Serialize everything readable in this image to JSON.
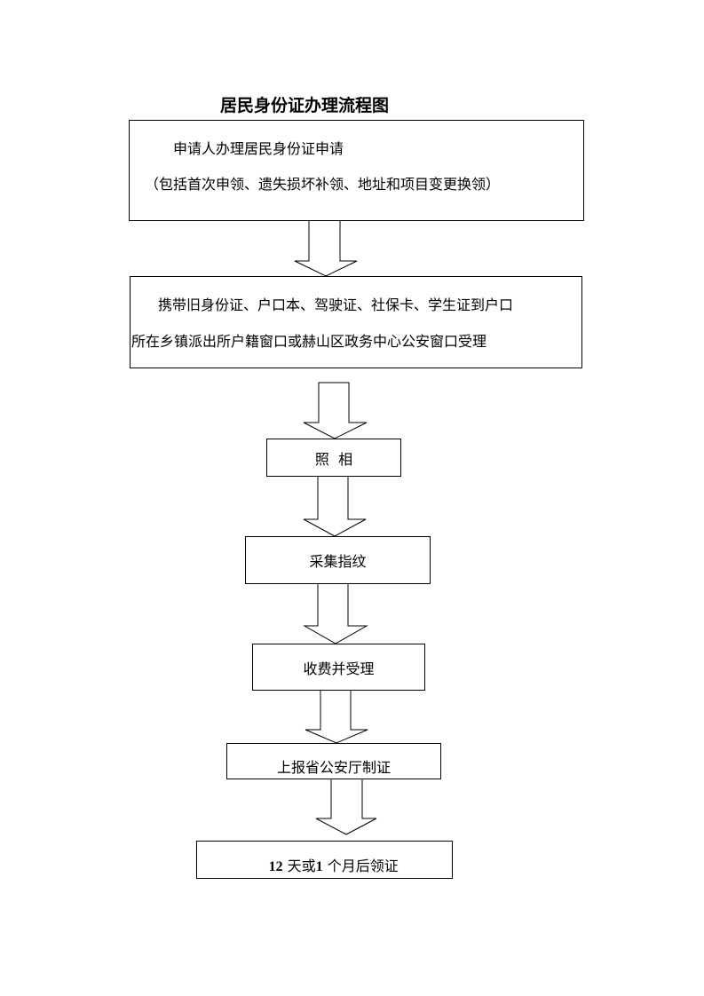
{
  "title": "居民身份证办理流程图",
  "steps": [
    {
      "lines": [
        "申请人办理居民身份证申请",
        "（包括首次申领、遗失损坏补领、地址和项目变更换领）"
      ]
    },
    {
      "lines": [
        "携带旧身份证、户口本、驾驶证、社保卡、学生证到户口",
        "所在乡镇派出所户籍窗口或赫山区政务中心公安窗口受理"
      ]
    },
    {
      "label": "照  相"
    },
    {
      "label": "采集指纹"
    },
    {
      "label": "收费并受理"
    },
    {
      "label": "上报省公安厅制证"
    },
    {
      "label_num1": "12",
      "label_mid": " 天或",
      "label_num2": "1",
      "label_end": " 个月后领证"
    }
  ]
}
